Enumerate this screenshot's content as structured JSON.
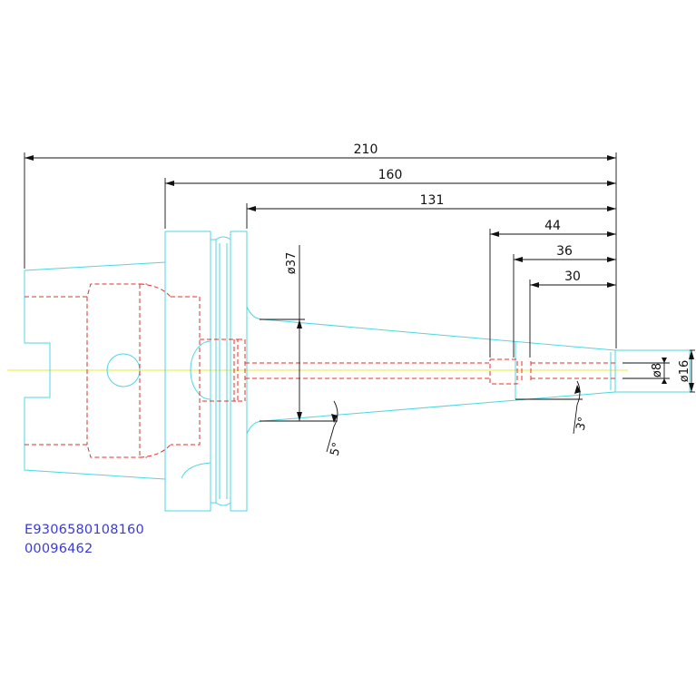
{
  "colors": {
    "outline": "#4fd6e0",
    "hidden_lines": "#e0302a",
    "centerline": "#e8e830",
    "dimensions": "#111111",
    "part_code": "#3b3bd6"
  },
  "dimensions": {
    "overall_length": "210",
    "flange_to_end": "160",
    "taper_length": "131",
    "bore_depth_1": "44",
    "bore_depth_2": "36",
    "bore_depth_3": "30",
    "taper_diameter": "ø37",
    "bore_diameter": "ø8",
    "tip_diameter": "ø16",
    "taper_angle_main": "5°",
    "taper_angle_tip": "3°"
  },
  "part_info": {
    "code": "E9306580108160",
    "number": "00096462"
  }
}
